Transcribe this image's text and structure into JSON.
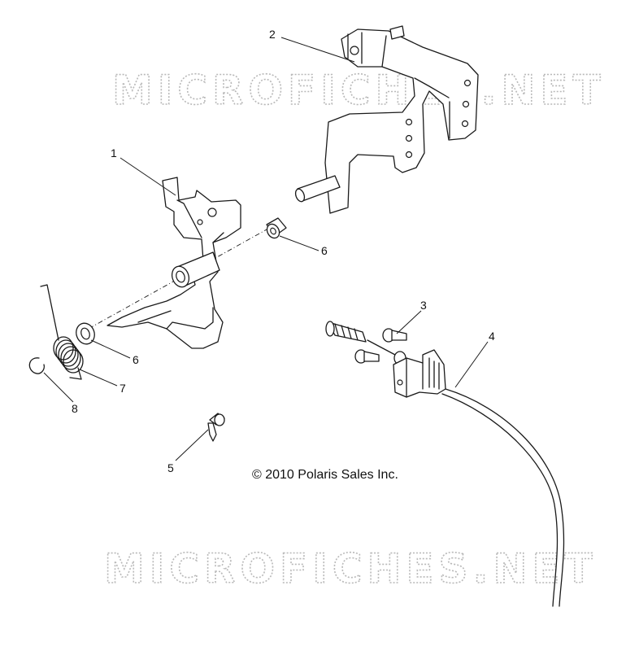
{
  "watermark": {
    "text_top": "MICROFICHES.NET",
    "text_bottom": "MICROFICHES.NET"
  },
  "copyright": "© 2010 Polaris Sales Inc.",
  "callouts": {
    "c1": "1",
    "c2": "2",
    "c3": "3",
    "c4": "4",
    "c5": "5",
    "c6a": "6",
    "c6b": "6",
    "c7": "7",
    "c8": "8"
  },
  "parts": [
    {
      "ref": "1",
      "part": "pedal-lever"
    },
    {
      "ref": "2",
      "part": "mounting-bracket"
    },
    {
      "ref": "3",
      "part": "bolt"
    },
    {
      "ref": "4",
      "part": "cable"
    },
    {
      "ref": "5",
      "part": "pin"
    },
    {
      "ref": "6",
      "part": "bushing"
    },
    {
      "ref": "7",
      "part": "torsion-spring"
    },
    {
      "ref": "8",
      "part": "e-clip"
    }
  ]
}
